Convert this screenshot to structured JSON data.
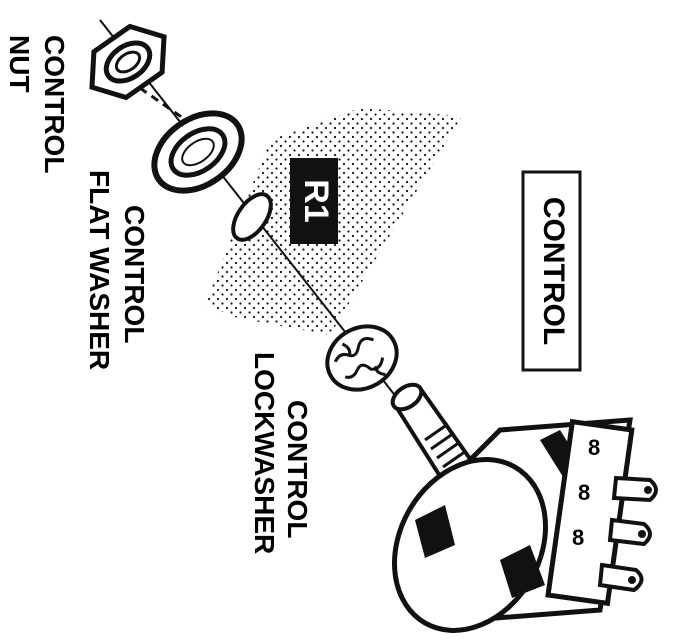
{
  "labels": {
    "control_box": "CONTROL",
    "ref": "R1",
    "nut_line1": "CONTROL",
    "nut_line2": "NUT",
    "washer_line1": "CONTROL",
    "washer_line2": "FLAT WASHER",
    "lock_line1": "CONTROL",
    "lock_line2": "LOCKWASHER"
  },
  "colors": {
    "ink": "#111111",
    "paper": "#ffffff"
  }
}
